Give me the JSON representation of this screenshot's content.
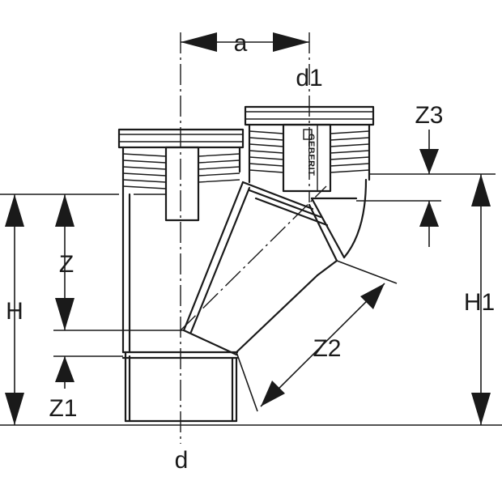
{
  "diagram": {
    "labels": {
      "a": "a",
      "d1": "d1",
      "Z3": "Z3",
      "Z": "Z",
      "H": "H",
      "H1": "H1",
      "Z2": "Z2",
      "Z1": "Z1",
      "d": "d"
    },
    "brand_mark": "GEBERIT"
  }
}
